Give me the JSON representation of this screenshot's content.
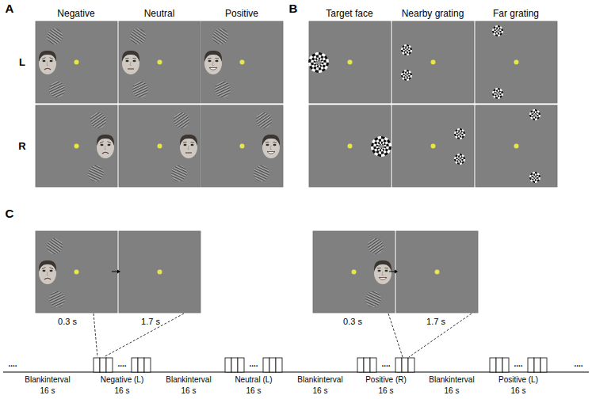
{
  "diagram": {
    "labels": [
      "A",
      "Negative",
      "Neutral",
      "Positive",
      "B",
      "Target face",
      "Nearby grating",
      "Far grating",
      "L",
      "R",
      "C",
      "0.3 s",
      "1.7 s",
      "0.3 s",
      "1.7 s",
      "....",
      "....",
      "....",
      "....",
      "....",
      "....",
      "Blankinterval",
      "16 s",
      "Negative (L)",
      "16 s",
      "Blankinterval",
      "16 s",
      "Neutral (L)",
      "16 s",
      "Blankinterval",
      "16 s",
      "Positive (R)",
      "16 s",
      "Blankinterval",
      "16 s",
      "Positive (L)",
      "16 s"
    ]
  }
}
